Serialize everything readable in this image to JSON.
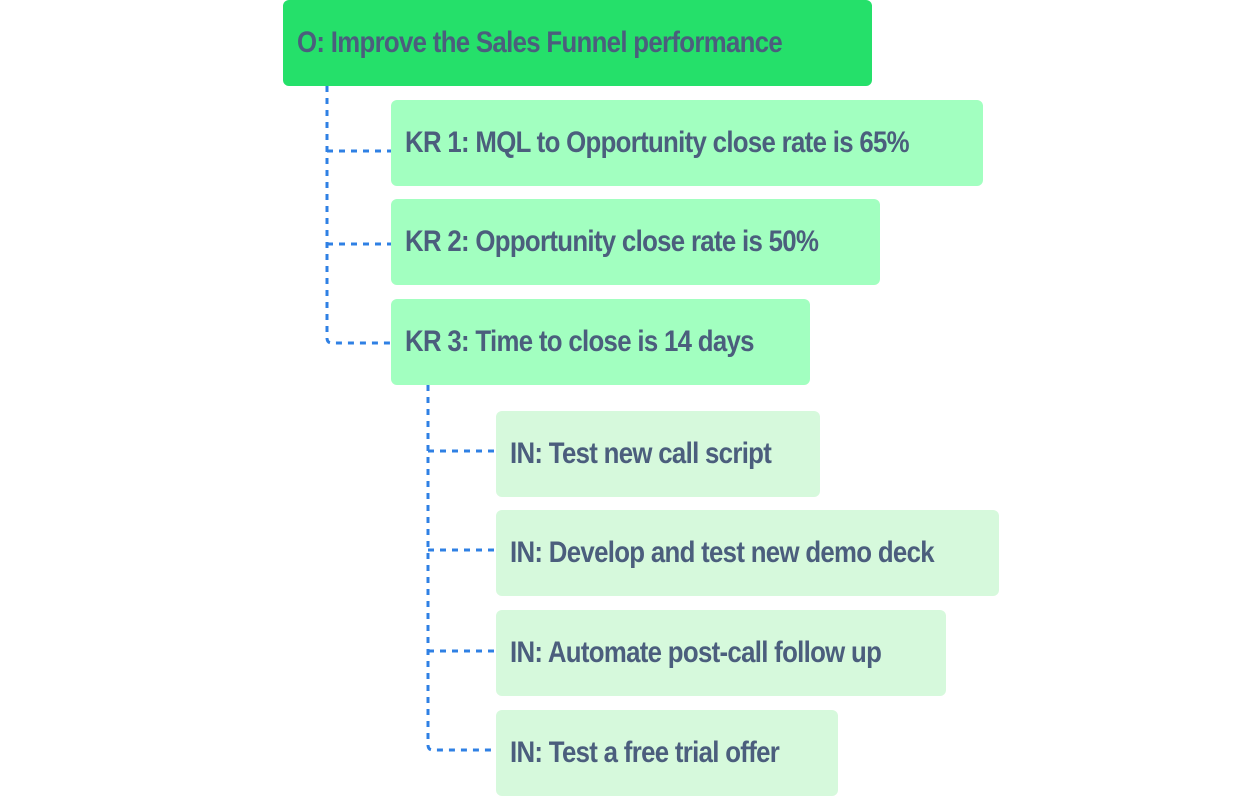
{
  "colors": {
    "objective": "#25e06a",
    "key_result": "#a2ffc0",
    "initiative": "#d6f9dc",
    "text": "#4b5e7d",
    "connector": "#2f80e4"
  },
  "objective": {
    "label": "O: Improve the Sales Funnel performance"
  },
  "key_results": [
    {
      "label": "KR 1: MQL to Opportunity close rate is 65%"
    },
    {
      "label": "KR 2: Opportunity close rate is 50%"
    },
    {
      "label": "KR 3: Time to close is 14 days"
    }
  ],
  "initiatives": [
    {
      "label": "IN: Test new call script"
    },
    {
      "label": "IN: Develop and test new demo deck"
    },
    {
      "label": "IN: Automate post-call follow up"
    },
    {
      "label": "IN: Test a free trial offer"
    }
  ]
}
